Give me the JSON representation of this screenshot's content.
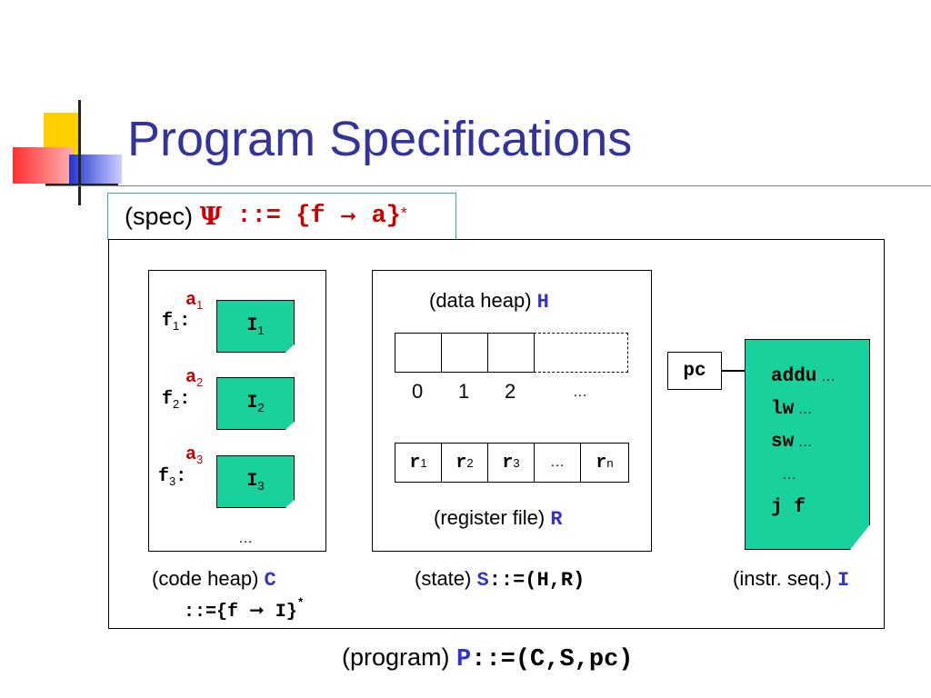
{
  "title": "Program Specifications",
  "spec": {
    "prefix": "(spec)",
    "psi": "Ψ",
    "def": " ::= {f ",
    "tail": " a}",
    "star": "*"
  },
  "code_heap": {
    "entries": [
      {
        "a": "a",
        "a_sub": "1",
        "f": "f",
        "f_sub": "1",
        "colon": ":",
        "i": "I",
        "i_sub": "1"
      },
      {
        "a": "a",
        "a_sub": "2",
        "f": "f",
        "f_sub": "2",
        "colon": ":",
        "i": "I",
        "i_sub": "2"
      },
      {
        "a": "a",
        "a_sub": "3",
        "f": "f",
        "f_sub": "3",
        "colon": ":",
        "i": "I",
        "i_sub": "3"
      }
    ],
    "ellipsis": "…",
    "label": "(code heap)",
    "symbol": "C",
    "def_pre": "::={f ",
    "def_post": " I}",
    "star": "*"
  },
  "state": {
    "data_heap_label": "(data heap)",
    "data_heap_symbol": "H",
    "indices": [
      "0",
      "1",
      "2",
      "…"
    ],
    "registers": [
      {
        "r": "r",
        "sub": "1"
      },
      {
        "r": "r",
        "sub": "2"
      },
      {
        "r": "r",
        "sub": "3"
      },
      {
        "r": "…",
        "sub": ""
      },
      {
        "r": "r",
        "sub": "n"
      }
    ],
    "register_label": "(register file)",
    "register_symbol": "R",
    "label": "(state)",
    "symbol": "S",
    "def": "::=(H,R)"
  },
  "pc": {
    "label": "pc"
  },
  "instr": {
    "lines": [
      {
        "op": "addu",
        "rest": " …"
      },
      {
        "op": "lw",
        "rest": " …"
      },
      {
        "op": "sw",
        "rest": " …"
      },
      {
        "op": "",
        "rest": " …"
      },
      {
        "op": "j f",
        "rest": ""
      }
    ],
    "label": "(instr. seq.)",
    "symbol": "I"
  },
  "program": {
    "label": "(program)",
    "symbol": "P",
    "def": "::=(C,S,pc)"
  },
  "colors": {
    "title": "#333399",
    "accent": "#3333cc",
    "red": "#cc0000",
    "green": "#19d19c",
    "spec_border": "#2eb3a0"
  }
}
